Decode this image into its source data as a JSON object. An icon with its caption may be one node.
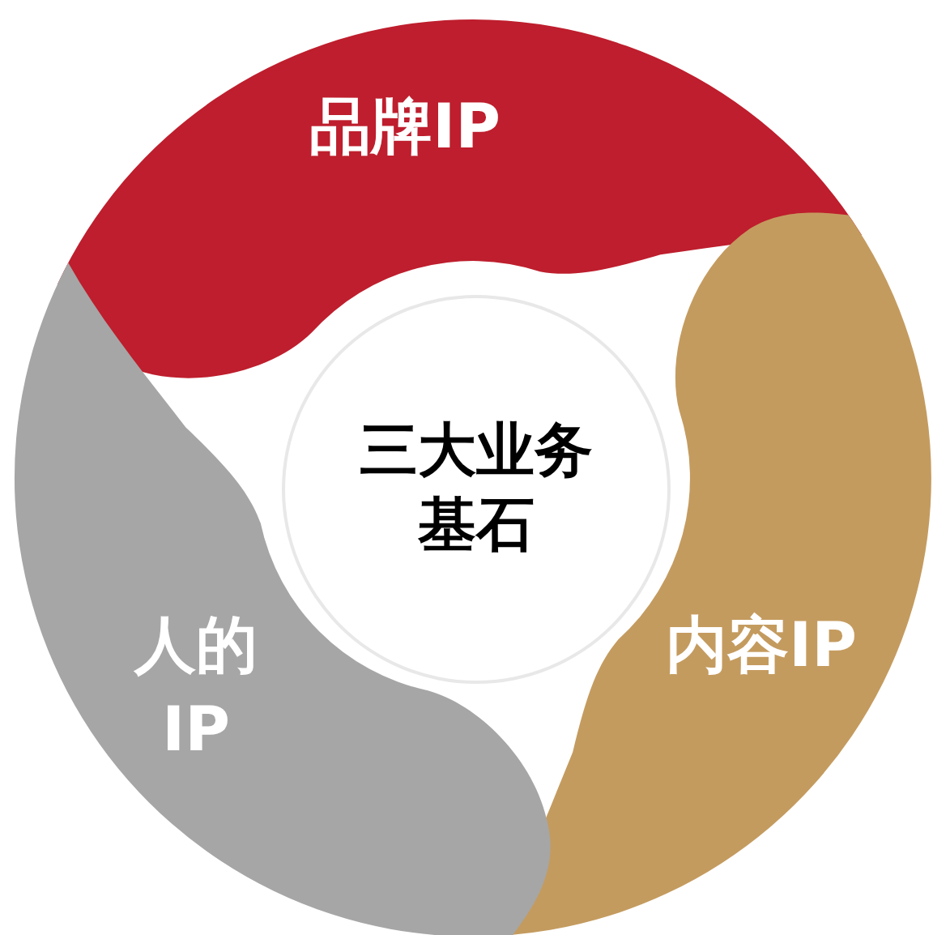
{
  "diagram": {
    "nodes": [
      {
        "text": [
          "品牌IP"
        ]
      },
      {
        "text": [
          "内容IP"
        ]
      },
      {
        "text": [
          "人的IP"
        ]
      },
      {
        "text": [
          "三大业务基石"
        ]
      }
    ]
  }
}
